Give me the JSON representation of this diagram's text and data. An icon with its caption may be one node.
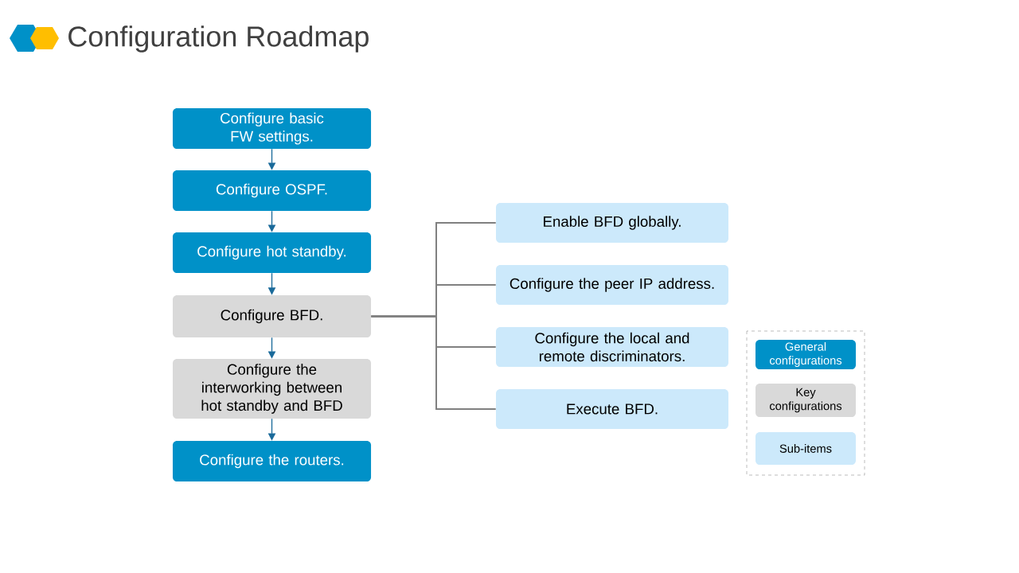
{
  "diagram": {
    "title": "Configuration Roadmap",
    "nodes": [
      {
        "text": [
          "Configure basic FW settings."
        ]
      },
      {
        "text": [
          "Configure OSPF."
        ]
      },
      {
        "text": [
          "Configure hot standby."
        ]
      },
      {
        "text": [
          "Configure BFD."
        ]
      },
      {
        "text": [
          "Configure the interworking between hot standby and BFD"
        ]
      },
      {
        "text": [
          "Configure the routers."
        ]
      },
      {
        "text": [
          "Enable BFD globally."
        ]
      },
      {
        "text": [
          "Configure the peer IP address."
        ]
      },
      {
        "text": [
          "Configure the local and remote discriminators."
        ]
      },
      {
        "text": [
          "Execute BFD."
        ]
      }
    ],
    "edges": [
      {
        "from": 0,
        "to": 1,
        "arrow": "to"
      },
      {
        "from": 1,
        "to": 2,
        "arrow": "to"
      },
      {
        "from": 2,
        "to": 3,
        "arrow": "to"
      },
      {
        "from": 3,
        "to": 4,
        "arrow": "to"
      },
      {
        "from": 4,
        "to": 5,
        "arrow": "to"
      },
      {
        "from": 3,
        "to": 6,
        "arrow": "none",
        "color": "#808080"
      },
      {
        "from": 3,
        "to": 7,
        "arrow": "none",
        "color": "#808080"
      },
      {
        "from": 3,
        "to": 8,
        "arrow": "none",
        "color": "#808080"
      },
      {
        "from": 3,
        "to": 9,
        "arrow": "none",
        "color": "#808080"
      }
    ],
    "legend": [
      {
        "text": "General configurations",
        "color": "#0091c8"
      },
      {
        "text": "Key configurations",
        "color": "#d9d9d9"
      },
      {
        "text": "Sub-items",
        "color": "#cce9fb"
      }
    ]
  }
}
